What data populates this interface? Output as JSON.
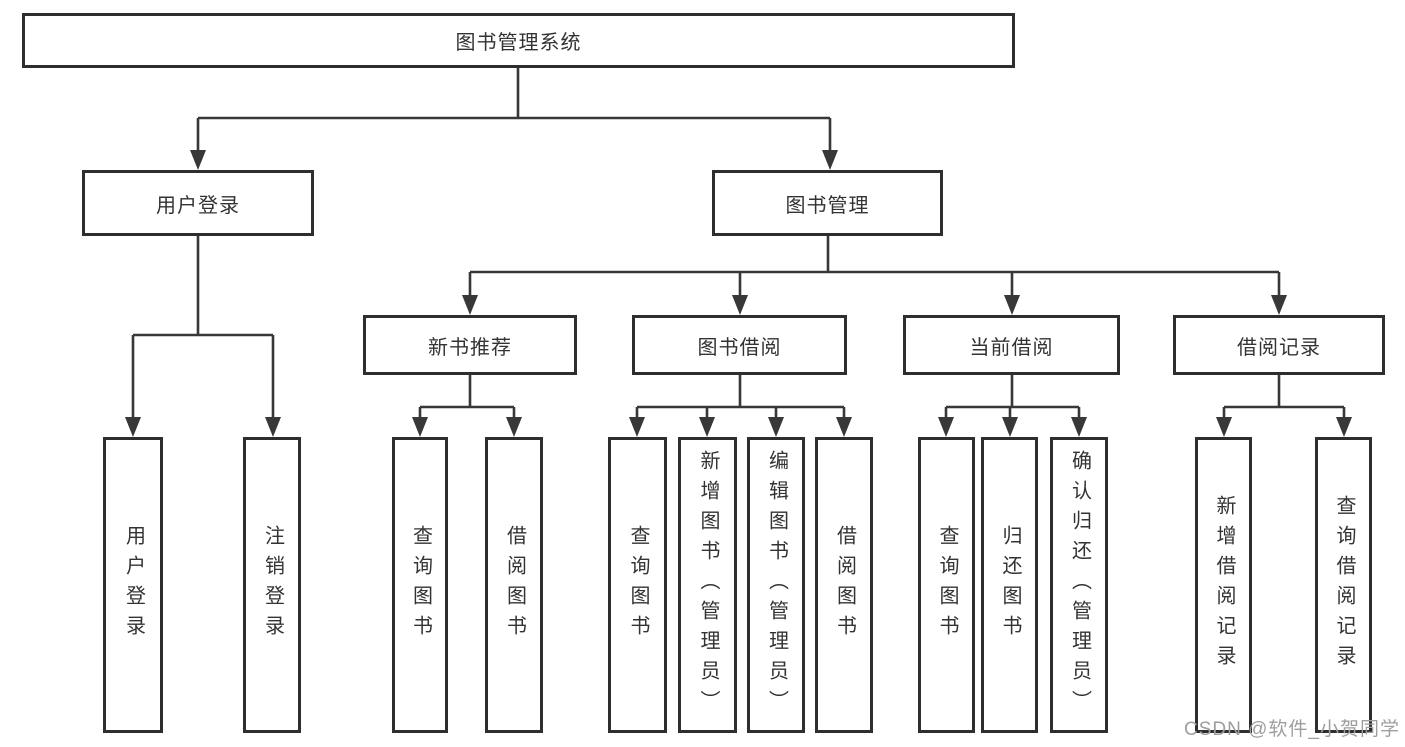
{
  "colors": {
    "line": "#383838",
    "box_border": "#2e2e2e",
    "box_fill": "#ffffff",
    "text": "#333333",
    "watermark": "#9e9e9e"
  },
  "root": {
    "label": "图书管理系统"
  },
  "branches": [
    {
      "label": "用户登录",
      "children": [
        {
          "label": "用户登录"
        },
        {
          "label": "注销登录"
        }
      ]
    },
    {
      "label": "图书管理",
      "sections": [
        {
          "label": "新书推荐",
          "children": [
            {
              "label": "查询图书"
            },
            {
              "label": "借阅图书"
            }
          ]
        },
        {
          "label": "图书借阅",
          "children": [
            {
              "label": "查询图书"
            },
            {
              "label": "新增图书（管理员）"
            },
            {
              "label": "编辑图书（管理员）"
            },
            {
              "label": "借阅图书"
            }
          ]
        },
        {
          "label": "当前借阅",
          "children": [
            {
              "label": "查询图书"
            },
            {
              "label": "归还图书"
            },
            {
              "label": "确认归还（管理员）"
            }
          ]
        },
        {
          "label": "借阅记录",
          "children": [
            {
              "label": "新增借阅记录"
            },
            {
              "label": "查询借阅记录"
            }
          ]
        }
      ]
    }
  ],
  "watermark": "CSDN @软件_小贺同学"
}
